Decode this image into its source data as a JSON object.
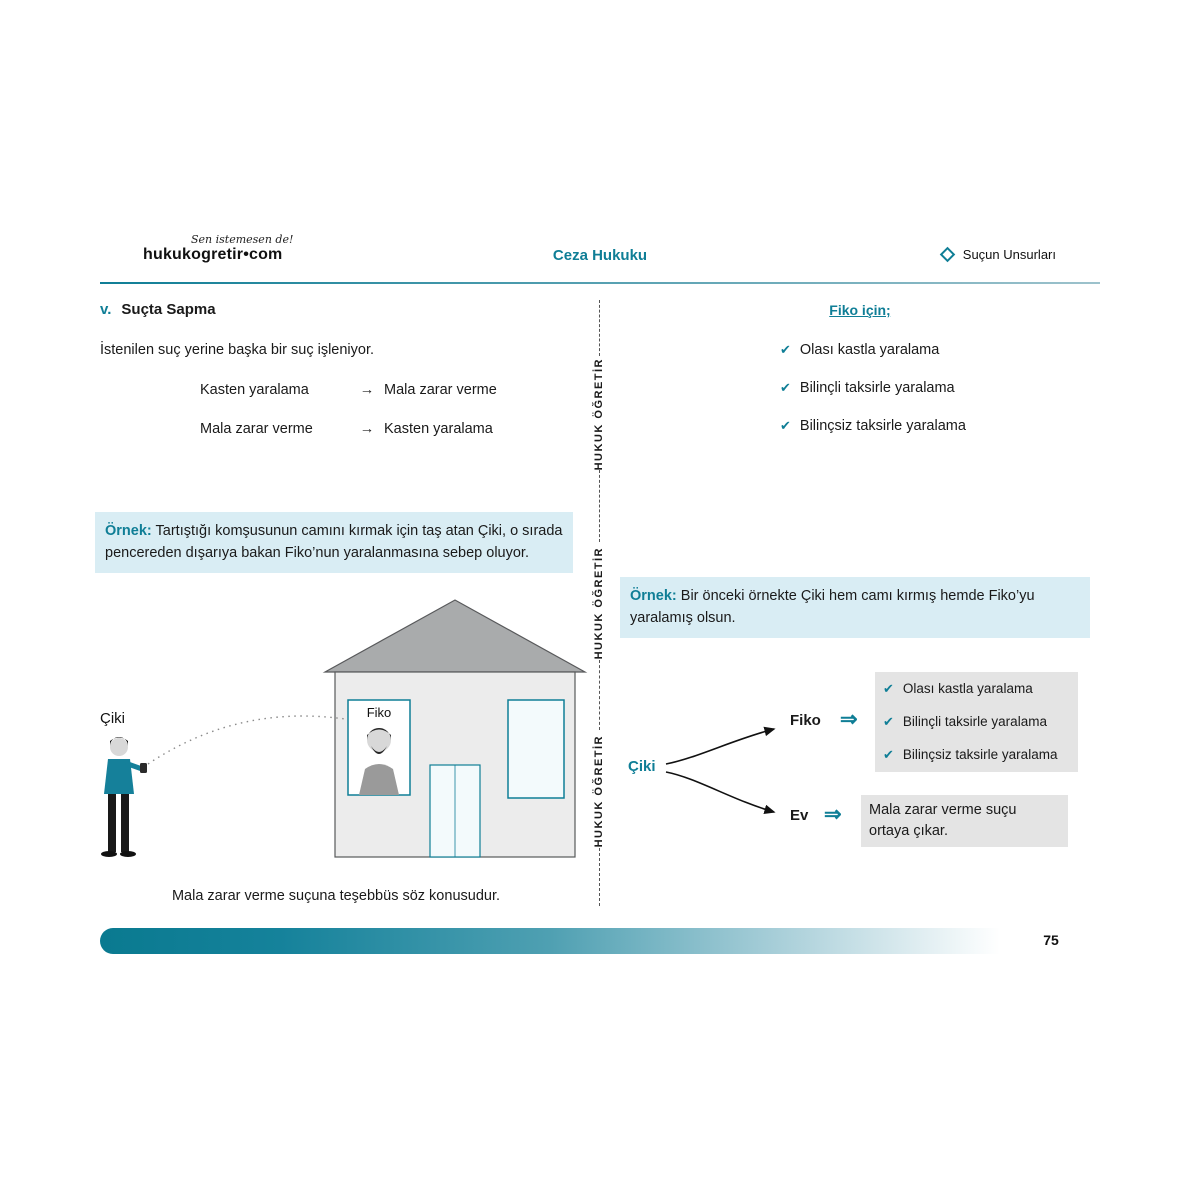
{
  "icons": {
    "check": "✔",
    "arrow_right": "→",
    "double_arrow": "⇒"
  },
  "header": {
    "logo_script": "Sen istemesen de!",
    "logo_text": "hukukogretir•com",
    "center_title": "Ceza Hukuku",
    "right_label": "Suçun Unsurları"
  },
  "divider": {
    "watermark": "HUKUK ÖĞRETİR"
  },
  "left": {
    "section_number": "v.",
    "section_title": "Suçta Sapma",
    "intro": "İstenilen suç yerine başka bir suç işleniyor.",
    "mappings": [
      {
        "from": "Kasten yaralama",
        "to": "Mala zarar verme"
      },
      {
        "from": "Mala zarar verme",
        "to": "Kasten yaralama"
      }
    ],
    "example_label": "Örnek:",
    "example_text": " Tartıştığı komşusunun camını kırmak için taş atan Çiki, o sırada pencereden dışarıya bakan Fiko’nun yaralanmasına sebep oluyor.",
    "illustration": {
      "person_label": "Çiki",
      "window_label": "Fiko"
    },
    "caption": "Mala zarar verme suçuna teşebbüs söz konusudur."
  },
  "right": {
    "heading": "Fiko için;",
    "checks": [
      "Olası kastla yaralama",
      "Bilinçli taksirle yaralama",
      "Bilinçsiz taksirle yaralama"
    ],
    "example_label": "Örnek:",
    "example_text": " Bir önceki örnekte Çiki hem camı kırmış hemde Fiko’yu yaralamış olsun.",
    "diagram": {
      "root": "Çiki",
      "branch1_label": "Fiko",
      "branch1_results": [
        "Olası kastla yaralama",
        "Bilinçli taksirle yaralama",
        "Bilinçsiz taksirle yaralama"
      ],
      "branch2_label": "Ev",
      "branch2_result": "Mala zarar verme suçu ortaya çıkar."
    }
  },
  "footer": {
    "page_number": "75"
  }
}
